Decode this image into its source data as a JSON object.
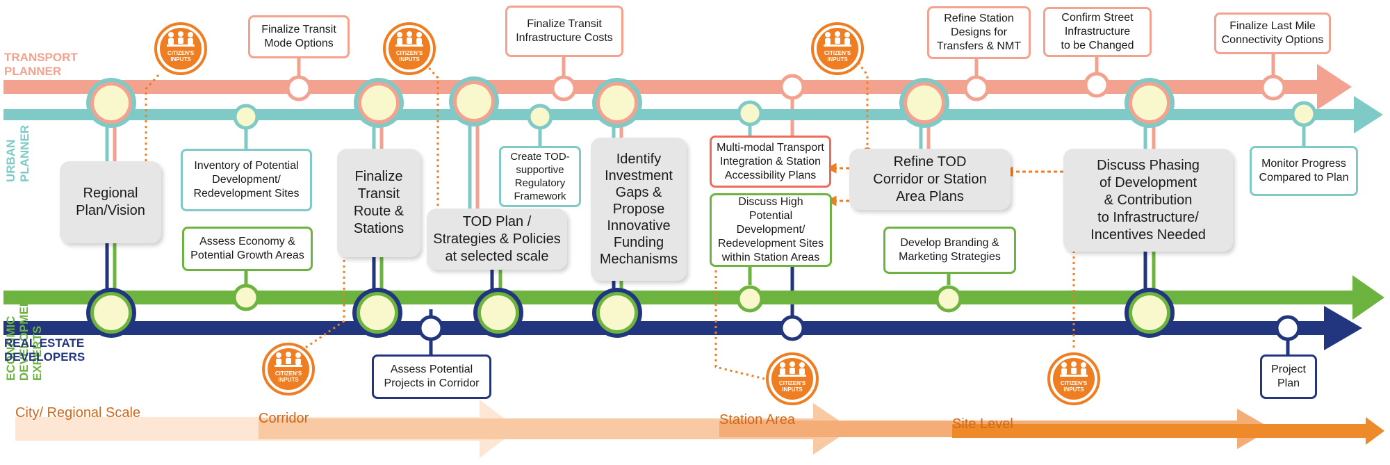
{
  "roles": {
    "transport": "TRANSPORT\nPLANNER",
    "urban": "URBAN\nPLANNER",
    "economic": "ECONOMIC\nDEVELOPMENT\nEXPERTS",
    "real_estate": "REAL ESTATE\nDEVELOPERS"
  },
  "citizen_inputs_label": "CITIZEN'S\nINPUTS",
  "boxes": {
    "finalize_transit_mode": "Finalize Transit\nMode Options",
    "finalize_infra_costs": "Finalize Transit\nInfrastructure Costs",
    "refine_station_designs": "Refine Station\nDesigns for\nTransfers & NMT",
    "confirm_street_infra": "Confirm Street\nInfrastructure\nto be Changed",
    "finalize_last_mile": "Finalize Last Mile\nConnectivity Options",
    "inventory_sites": "Inventory of Potential\nDevelopment/\nRedevelopment Sites",
    "create_tod_framework": "Create TOD-\nsupportive\nRegulatory\nFramework",
    "multimodal_plans": "Multi-modal Transport\nIntegration & Station\nAccessibility Plans",
    "monitor_progress": "Monitor Progress\nCompared to Plan",
    "assess_economy": "Assess Economy &\nPotential Growth Areas",
    "discuss_high_potential": "Discuss High Potential\nDevelopment/\nRedevelopment Sites\nwithin Station Areas",
    "develop_branding": "Develop Branding &\nMarketing Strategies",
    "assess_projects": "Assess Potential\nProjects in Corridor",
    "project_plan": "Project\nPlan"
  },
  "stages": {
    "regional_plan": "Regional\nPlan/Vision",
    "finalize_route": "Finalize\nTransit\nRoute &\nStations",
    "tod_plan": "TOD Plan /\nStrategies & Policies\nat selected scale",
    "identify_gaps": "Identify\nInvestment\nGaps &\nPropose\nInnovative\nFunding\nMechanisms",
    "refine_tod": "Refine TOD\nCorridor or Station\nArea Plans",
    "discuss_phasing": "Discuss Phasing\nof Development\n& Contribution\nto Infrastructure/\nIncentives Needed"
  },
  "scales": {
    "city": "City/ Regional Scale",
    "corridor": "Corridor",
    "station": "Station Area",
    "site": "Site Level"
  },
  "colors": {
    "transport": "#f3a28f",
    "urban": "#7fcac6",
    "economic": "#6db33f",
    "real_estate": "#22357f",
    "citizen": "#ef7d21",
    "node_fill": "#f8f8cc"
  },
  "icons": {
    "citizen": "people-at-table-icon"
  }
}
